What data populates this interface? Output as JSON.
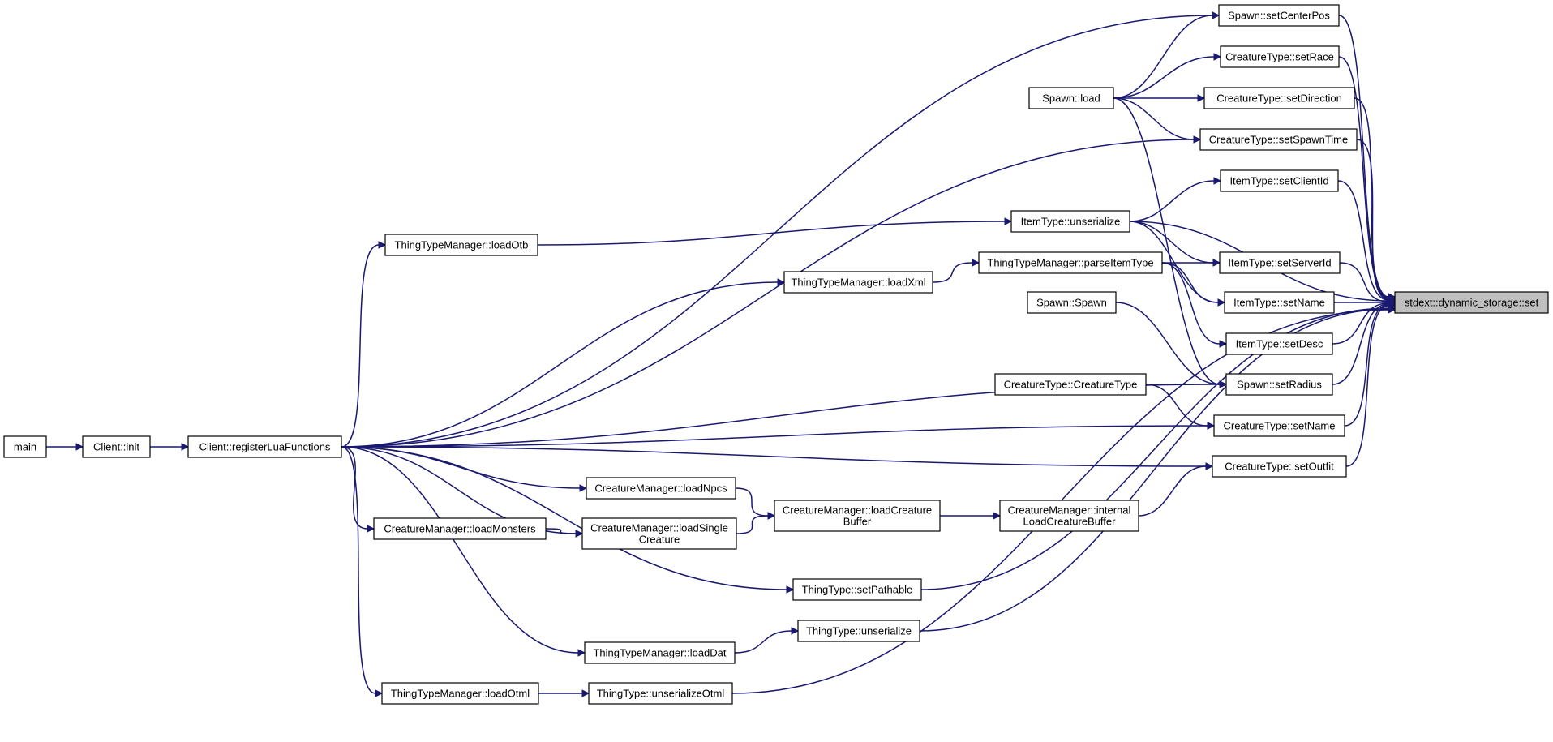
{
  "graph": {
    "edge_color": "#191970",
    "target_fill": "#bfbfbf",
    "node_fill": "#ffffff",
    "nodes": [
      {
        "id": "main",
        "lines": [
          "main"
        ]
      },
      {
        "id": "client_init",
        "lines": [
          "Client::init"
        ]
      },
      {
        "id": "register_lua",
        "lines": [
          "Client::registerLuaFunctions"
        ]
      },
      {
        "id": "spawn_setcenterpos",
        "lines": [
          "Spawn::setCenterPos"
        ]
      },
      {
        "id": "spawn_load",
        "lines": [
          "Spawn::load"
        ]
      },
      {
        "id": "ct_setrace",
        "lines": [
          "CreatureType::setRace"
        ]
      },
      {
        "id": "ct_setdirection",
        "lines": [
          "CreatureType::setDirection"
        ]
      },
      {
        "id": "ct_setspawntime",
        "lines": [
          "CreatureType::setSpawnTime"
        ]
      },
      {
        "id": "it_setclientid",
        "lines": [
          "ItemType::setClientId"
        ]
      },
      {
        "id": "it_unserialize",
        "lines": [
          "ItemType::unserialize"
        ]
      },
      {
        "id": "ttm_loadotb",
        "lines": [
          "ThingTypeManager::loadOtb"
        ]
      },
      {
        "id": "ttm_parseitemtype",
        "lines": [
          "ThingTypeManager::parseItemType"
        ]
      },
      {
        "id": "it_setserverid",
        "lines": [
          "ItemType::setServerId"
        ]
      },
      {
        "id": "ttm_loadxml",
        "lines": [
          "ThingTypeManager::loadXml"
        ]
      },
      {
        "id": "it_setname",
        "lines": [
          "ItemType::setName"
        ]
      },
      {
        "id": "target",
        "lines": [
          "stdext::dynamic_storage::set"
        ]
      },
      {
        "id": "spawn_spawn",
        "lines": [
          "Spawn::Spawn"
        ]
      },
      {
        "id": "it_setdesc",
        "lines": [
          "ItemType::setDesc"
        ]
      },
      {
        "id": "spawn_setradius",
        "lines": [
          "Spawn::setRadius"
        ]
      },
      {
        "id": "ct_creaturetype",
        "lines": [
          "CreatureType::CreatureType"
        ]
      },
      {
        "id": "ct_setname",
        "lines": [
          "CreatureType::setName"
        ]
      },
      {
        "id": "ct_setoutfit",
        "lines": [
          "CreatureType::setOutfit"
        ]
      },
      {
        "id": "cm_loadnpcs",
        "lines": [
          "CreatureManager::loadNpcs"
        ]
      },
      {
        "id": "cm_loadcreaturebuffer",
        "lines": [
          "CreatureManager::loadCreature",
          "Buffer"
        ]
      },
      {
        "id": "cm_internalload",
        "lines": [
          "CreatureManager::internal",
          "LoadCreatureBuffer"
        ]
      },
      {
        "id": "cm_loadmonsters",
        "lines": [
          "CreatureManager::loadMonsters"
        ]
      },
      {
        "id": "cm_loadsinglecreature",
        "lines": [
          "CreatureManager::loadSingle",
          "Creature"
        ]
      },
      {
        "id": "tt_setpathable",
        "lines": [
          "ThingType::setPathable"
        ]
      },
      {
        "id": "tt_unserialize",
        "lines": [
          "ThingType::unserialize"
        ]
      },
      {
        "id": "ttm_loaddat",
        "lines": [
          "ThingTypeManager::loadDat"
        ]
      },
      {
        "id": "ttm_loadotml",
        "lines": [
          "ThingTypeManager::loadOtml"
        ]
      },
      {
        "id": "tt_unserializeotml",
        "lines": [
          "ThingType::unserializeOtml"
        ]
      }
    ],
    "edges": [
      {
        "from": "main",
        "to": "client_init"
      },
      {
        "from": "client_init",
        "to": "register_lua"
      },
      {
        "from": "register_lua",
        "to": "spawn_setcenterpos"
      },
      {
        "from": "register_lua",
        "to": "ct_setspawntime"
      },
      {
        "from": "register_lua",
        "to": "ttm_loadotb"
      },
      {
        "from": "register_lua",
        "to": "ttm_loadxml"
      },
      {
        "from": "register_lua",
        "to": "spawn_setradius"
      },
      {
        "from": "register_lua",
        "to": "ct_setname"
      },
      {
        "from": "register_lua",
        "to": "ct_setoutfit"
      },
      {
        "from": "register_lua",
        "to": "cm_loadnpcs"
      },
      {
        "from": "register_lua",
        "to": "cm_loadmonsters"
      },
      {
        "from": "register_lua",
        "to": "cm_loadsinglecreature"
      },
      {
        "from": "register_lua",
        "to": "tt_setpathable"
      },
      {
        "from": "register_lua",
        "to": "ttm_loaddat"
      },
      {
        "from": "register_lua",
        "to": "ttm_loadotml"
      },
      {
        "from": "spawn_load",
        "to": "spawn_setcenterpos"
      },
      {
        "from": "spawn_load",
        "to": "ct_setrace"
      },
      {
        "from": "spawn_load",
        "to": "ct_setdirection"
      },
      {
        "from": "spawn_load",
        "to": "ct_setspawntime"
      },
      {
        "from": "spawn_load",
        "to": "spawn_setradius"
      },
      {
        "from": "ttm_loadotb",
        "to": "it_unserialize"
      },
      {
        "from": "it_unserialize",
        "to": "it_setclientid"
      },
      {
        "from": "it_unserialize",
        "to": "it_setserverid"
      },
      {
        "from": "it_unserialize",
        "to": "it_setname"
      },
      {
        "from": "ttm_loadxml",
        "to": "ttm_parseitemtype"
      },
      {
        "from": "ttm_parseitemtype",
        "to": "it_setserverid"
      },
      {
        "from": "ttm_parseitemtype",
        "to": "it_setname"
      },
      {
        "from": "ttm_parseitemtype",
        "to": "it_setdesc"
      },
      {
        "from": "spawn_spawn",
        "to": "spawn_setradius"
      },
      {
        "from": "ct_creaturetype",
        "to": "ct_setname"
      },
      {
        "from": "cm_loadnpcs",
        "to": "cm_loadcreaturebuffer"
      },
      {
        "from": "cm_loadmonsters",
        "to": "cm_loadsinglecreature"
      },
      {
        "from": "cm_loadsinglecreature",
        "to": "cm_loadcreaturebuffer"
      },
      {
        "from": "cm_loadcreaturebuffer",
        "to": "cm_internalload"
      },
      {
        "from": "cm_internalload",
        "to": "ct_setoutfit"
      },
      {
        "from": "ttm_loaddat",
        "to": "tt_unserialize"
      },
      {
        "from": "ttm_loadotml",
        "to": "tt_unserializeotml"
      },
      {
        "from": "spawn_setcenterpos",
        "to": "target"
      },
      {
        "from": "ct_setrace",
        "to": "target"
      },
      {
        "from": "ct_setdirection",
        "to": "target"
      },
      {
        "from": "ct_setspawntime",
        "to": "target"
      },
      {
        "from": "it_setclientid",
        "to": "target"
      },
      {
        "from": "it_unserialize",
        "to": "target"
      },
      {
        "from": "it_setserverid",
        "to": "target"
      },
      {
        "from": "it_setname",
        "to": "target"
      },
      {
        "from": "it_setdesc",
        "to": "target"
      },
      {
        "from": "spawn_setradius",
        "to": "target"
      },
      {
        "from": "ct_setname",
        "to": "target"
      },
      {
        "from": "ct_setoutfit",
        "to": "target"
      },
      {
        "from": "tt_setpathable",
        "to": "target"
      },
      {
        "from": "tt_unserialize",
        "to": "target"
      },
      {
        "from": "tt_unserializeotml",
        "to": "target"
      }
    ]
  }
}
